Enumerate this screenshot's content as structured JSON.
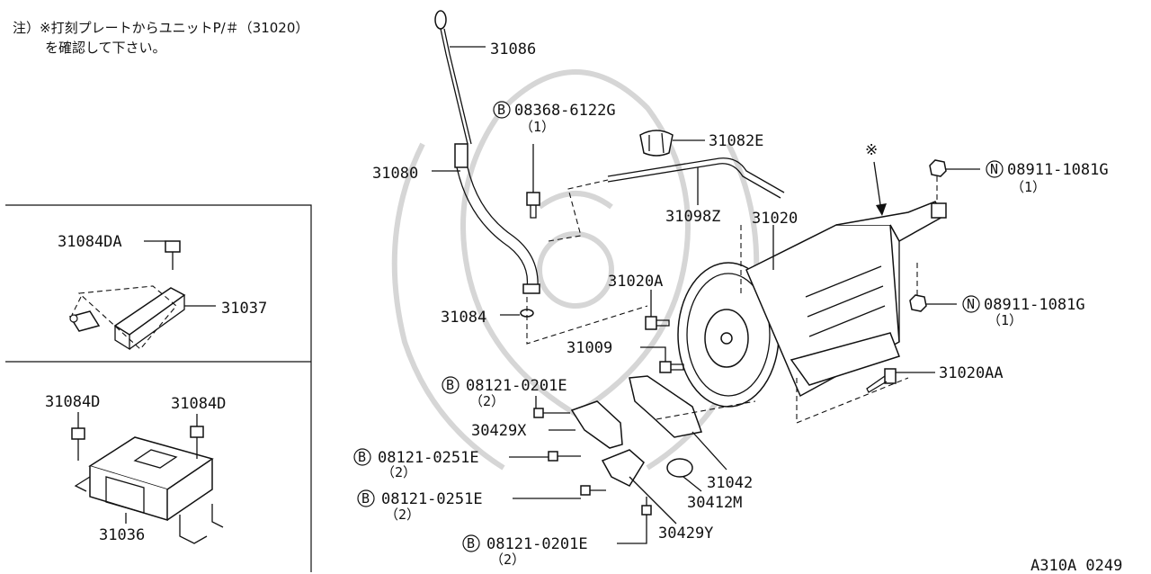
{
  "note": {
    "line1": "注）※打刻プレートからユニットP/＃（31020）",
    "line2": "を確認して下さい。"
  },
  "callouts": {
    "dipstick": "31086",
    "bolt_b1": "08368-6122G",
    "bolt_b1_qty": "（1）",
    "clip": "31082E",
    "tube": "31080",
    "hose": "31098Z",
    "transmission": "31020",
    "nut_n1": "08911-1081G",
    "nut_n1_qty": "（1）",
    "nut_n2": "08911-1081G",
    "nut_n2_qty": "（1）",
    "bolt_a": "31020A",
    "oring": "31084",
    "bolt_31009": "31009",
    "bolt_aa": "31020AA",
    "bolt_b2": "08121-0201E",
    "bolt_b2_qty": "（2）",
    "bracket_x": "30429X",
    "bolt_b3": "08121-0251E",
    "bolt_b3_qty": "（2）",
    "cover": "31042",
    "bolt_b4": "08121-0251E",
    "bolt_b4_qty": "（2）",
    "plug": "30412M",
    "bracket_y": "30429Y",
    "bolt_b5": "08121-0201E",
    "bolt_b5_qty": "（2）",
    "inset_bolt_da": "31084DA",
    "inset_harness": "31037",
    "inset_bolt_d1": "31084D",
    "inset_bolt_d2": "31084D",
    "inset_unit": "31036",
    "mark_b": "B",
    "mark_n": "N",
    "asterisk": "※"
  },
  "figure_code": "A310A 0249"
}
